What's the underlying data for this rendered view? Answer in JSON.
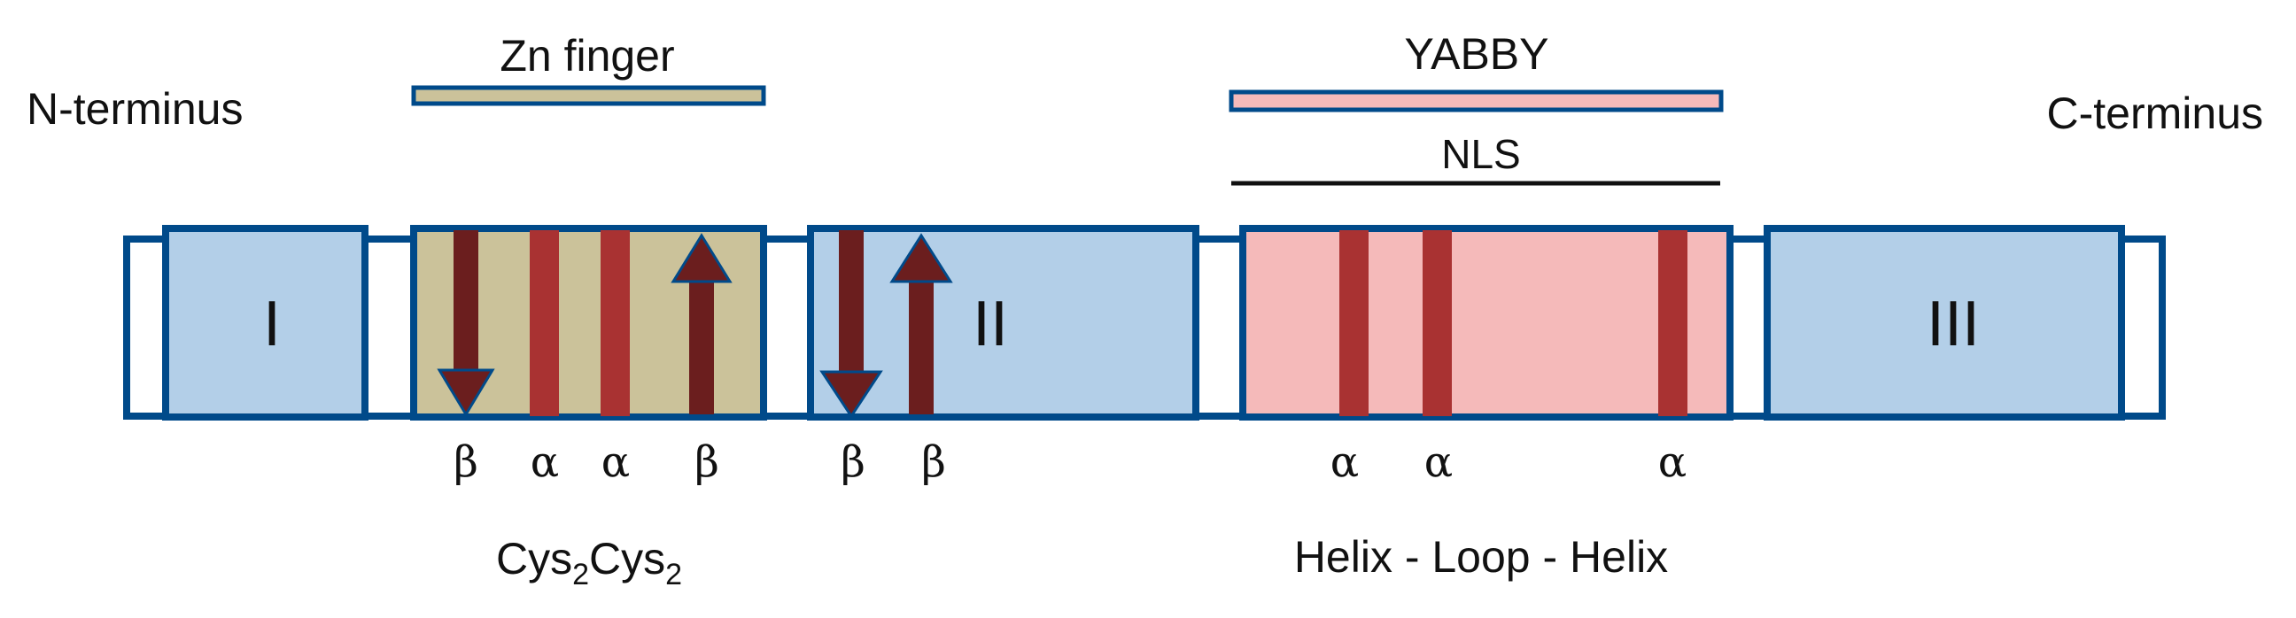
{
  "diagram": {
    "labels": {
      "n_terminus": "N-terminus",
      "c_terminus": "C-terminus",
      "zn_finger": "Zn finger",
      "yabby": "YABBY",
      "nls": "NLS",
      "cys_a": "Cys",
      "cys_sub_a": "2",
      "cys_b": "Cys",
      "cys_sub_b": "2",
      "helix_loop_helix": "Helix - Loop - Helix"
    },
    "regions": {
      "region_1": "I",
      "region_2": "II",
      "region_3": "III"
    },
    "motifs": {
      "zn_1": "β",
      "zn_2": "α",
      "zn_3": "α",
      "zn_4": "β",
      "ii_1": "β",
      "ii_2": "β",
      "yabby_1": "α",
      "yabby_2": "α",
      "yabby_3": "α"
    },
    "colors": {
      "outline": "#004a8a",
      "region_blue": "#b3cfe8",
      "zn_tan": "#cbc29a",
      "yabby_pink": "#f5baba",
      "helix_red": "#a93232",
      "strand_dark": "#6b1e1e",
      "nls_line": "#111111"
    }
  }
}
